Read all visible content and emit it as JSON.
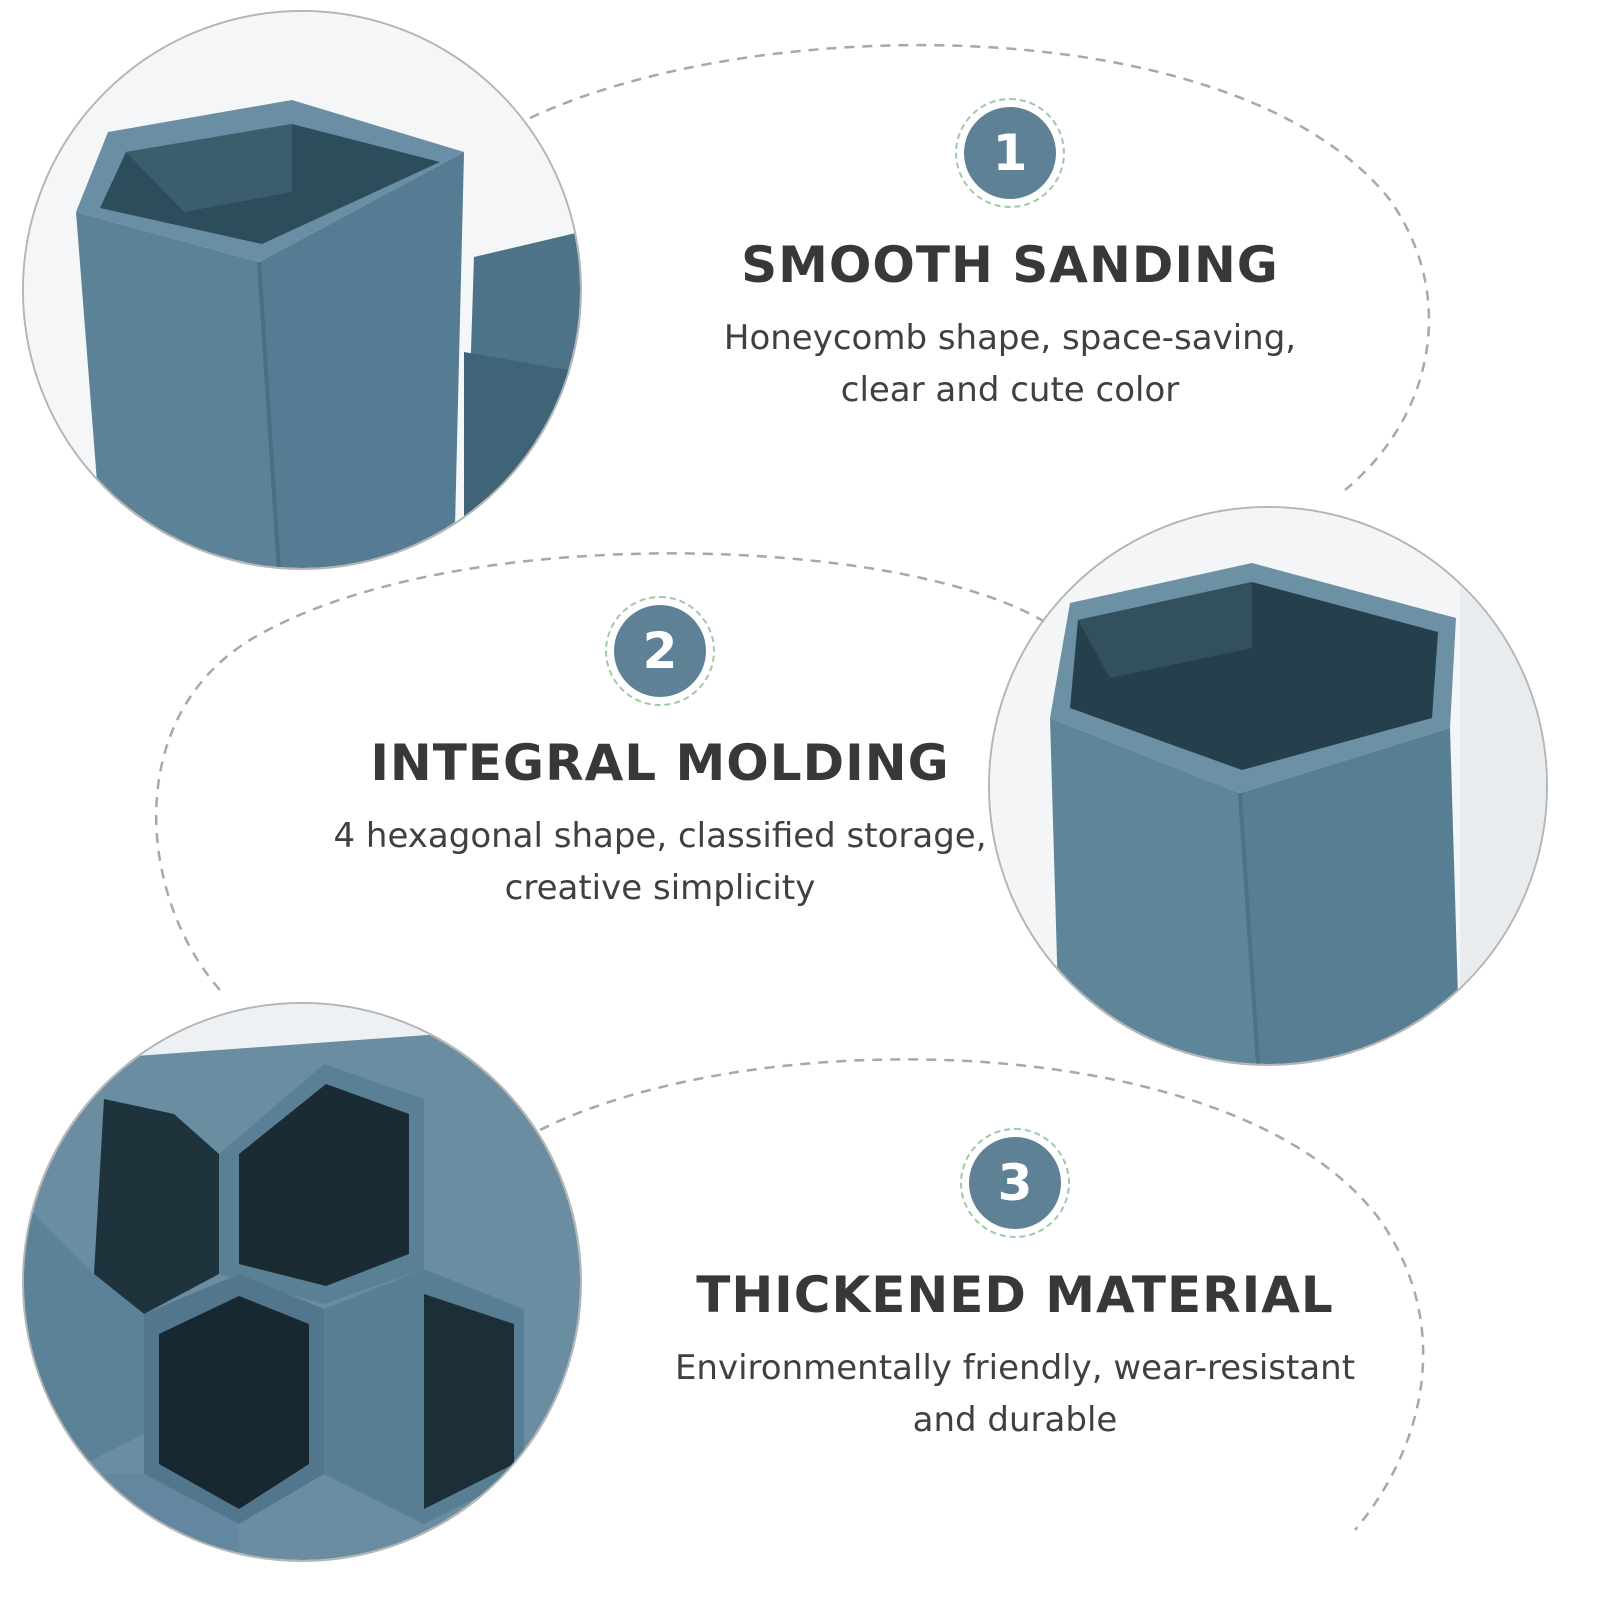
{
  "features": [
    {
      "number": "1",
      "title": "SMOOTH SANDING",
      "description_lines": [
        "Honeycomb shape, space-saving,",
        "clear and cute color"
      ]
    },
    {
      "number": "2",
      "title": "INTEGRAL MOLDING",
      "description_lines": [
        "4 hexagonal shape, classified storage,",
        "creative simplicity"
      ]
    },
    {
      "number": "3",
      "title": "THICKENED MATERIAL",
      "description_lines": [
        "Environmentally friendly, wear-resistant",
        "and durable"
      ]
    }
  ],
  "colors": {
    "product_blue": "#5c8298",
    "product_dark": "#1c2d35",
    "badge_fill": "#5f8196",
    "badge_ring": "#9fc9a4",
    "title_text": "#383838",
    "dashed_line": "#a8a8a8"
  },
  "photos": [
    {
      "subject": "hexagonal-cup-top-view"
    },
    {
      "subject": "hexagonal-cup-side-view"
    },
    {
      "subject": "honeycomb-organizer-cells"
    }
  ]
}
